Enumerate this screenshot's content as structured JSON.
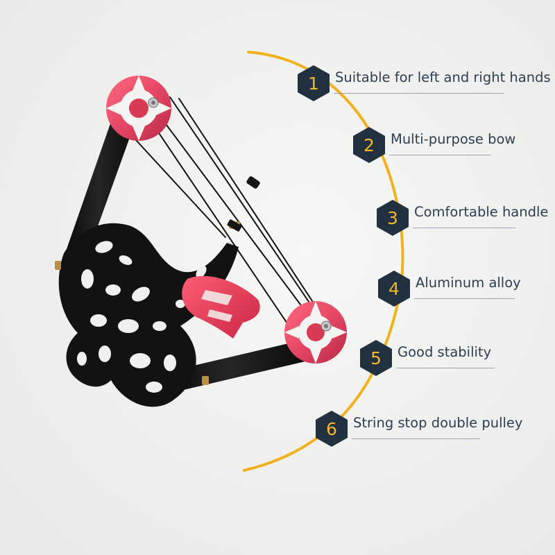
{
  "features": [
    {
      "number": "1",
      "text": "Suitable for left and right hands"
    },
    {
      "number": "2",
      "text": "Multi-purpose bow"
    },
    {
      "number": "3",
      "text": "Comfortable handle"
    },
    {
      "number": "4",
      "text": "Aluminum alloy"
    },
    {
      "number": "5",
      "text": "Good stability"
    },
    {
      "number": "6",
      "text": "String stop double pulley"
    }
  ],
  "colors": {
    "arc": "#f1b11f",
    "badge": "#22313f",
    "badge_text": "#f3b62c",
    "label": "#2c3e50",
    "cam": "#e24462",
    "grip": "#e33b56",
    "riser": "#141414"
  },
  "icons": {
    "badge": "hexagon-badge"
  }
}
